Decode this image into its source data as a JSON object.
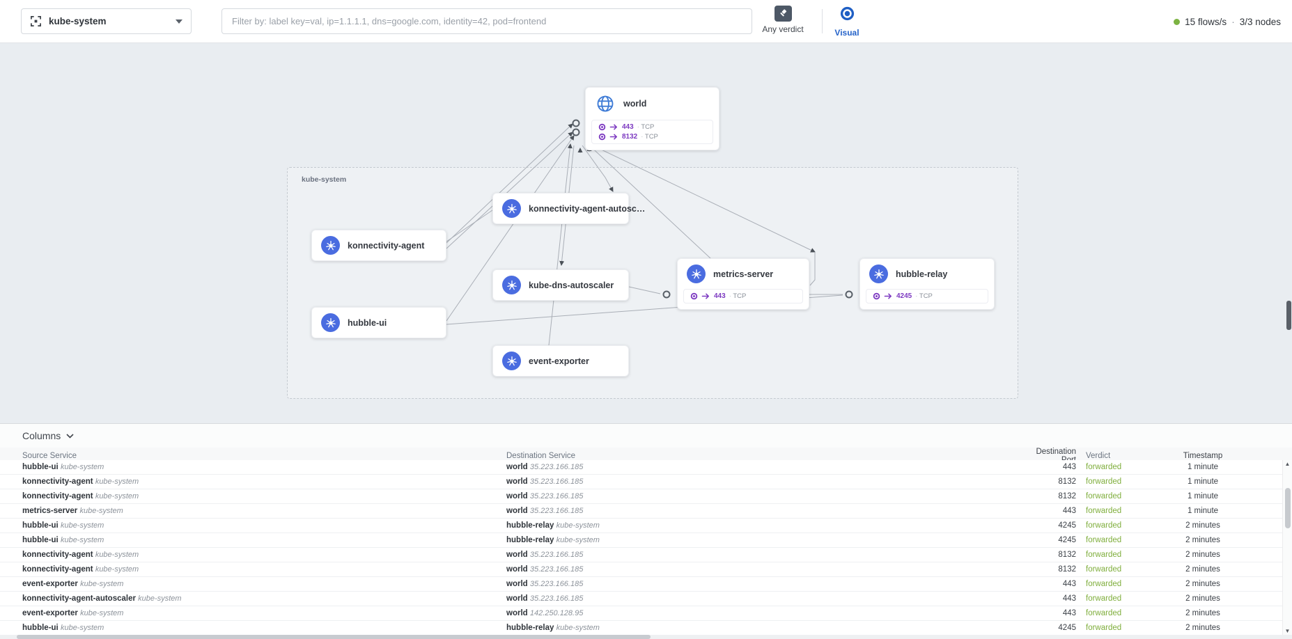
{
  "topbar": {
    "namespace_select": {
      "value": "kube-system"
    },
    "filter_placeholder": "Filter by: label key=val, ip=1.1.1.1, dns=google.com, identity=42, pod=frontend",
    "verdict_button": "Any verdict",
    "visual_button": "Visual",
    "status": {
      "flows": "15 flows/s",
      "separator": "·",
      "nodes": "3/3 nodes"
    }
  },
  "colors": {
    "accent_blue": "#2563c9",
    "node_icon_blue": "#4a6ce0",
    "port_purple": "#7d3ac1",
    "verdict_green": "#7fae3c",
    "status_green": "#7cb342",
    "map_background": "#e9edf1"
  },
  "map": {
    "namespace_label": "kube-system",
    "nodes": {
      "world": {
        "label": "world",
        "ports": [
          {
            "port": "443",
            "proto": "TCP"
          },
          {
            "port": "8132",
            "proto": "TCP"
          }
        ]
      },
      "autoscaler": {
        "label": "konnectivity-agent-autosc…"
      },
      "konnectivity_agent": {
        "label": "konnectivity-agent"
      },
      "kube_dns_autoscaler": {
        "label": "kube-dns-autoscaler"
      },
      "metrics_server": {
        "label": "metrics-server",
        "ports": [
          {
            "port": "443",
            "proto": "TCP"
          }
        ]
      },
      "hubble_relay": {
        "label": "hubble-relay",
        "ports": [
          {
            "port": "4245",
            "proto": "TCP"
          }
        ]
      },
      "hubble_ui": {
        "label": "hubble-ui"
      },
      "event_exporter": {
        "label": "event-exporter"
      }
    }
  },
  "panel": {
    "columns_button": "Columns",
    "headers": [
      "Source Service",
      "Destination Service",
      "Destination Port",
      "Verdict",
      "Timestamp"
    ],
    "rows": [
      {
        "source": "hubble-ui",
        "source_sub": "kube-system",
        "dest": "world",
        "dest_sub": "35.223.166.185",
        "port": "443",
        "verdict": "forwarded",
        "time": "1 minute"
      },
      {
        "source": "konnectivity-agent",
        "source_sub": "kube-system",
        "dest": "world",
        "dest_sub": "35.223.166.185",
        "port": "8132",
        "verdict": "forwarded",
        "time": "1 minute"
      },
      {
        "source": "konnectivity-agent",
        "source_sub": "kube-system",
        "dest": "world",
        "dest_sub": "35.223.166.185",
        "port": "8132",
        "verdict": "forwarded",
        "time": "1 minute"
      },
      {
        "source": "metrics-server",
        "source_sub": "kube-system",
        "dest": "world",
        "dest_sub": "35.223.166.185",
        "port": "443",
        "verdict": "forwarded",
        "time": "1 minute"
      },
      {
        "source": "hubble-ui",
        "source_sub": "kube-system",
        "dest": "hubble-relay",
        "dest_sub": "kube-system",
        "port": "4245",
        "verdict": "forwarded",
        "time": "2 minutes"
      },
      {
        "source": "hubble-ui",
        "source_sub": "kube-system",
        "dest": "hubble-relay",
        "dest_sub": "kube-system",
        "port": "4245",
        "verdict": "forwarded",
        "time": "2 minutes"
      },
      {
        "source": "konnectivity-agent",
        "source_sub": "kube-system",
        "dest": "world",
        "dest_sub": "35.223.166.185",
        "port": "8132",
        "verdict": "forwarded",
        "time": "2 minutes"
      },
      {
        "source": "konnectivity-agent",
        "source_sub": "kube-system",
        "dest": "world",
        "dest_sub": "35.223.166.185",
        "port": "8132",
        "verdict": "forwarded",
        "time": "2 minutes"
      },
      {
        "source": "event-exporter",
        "source_sub": "kube-system",
        "dest": "world",
        "dest_sub": "35.223.166.185",
        "port": "443",
        "verdict": "forwarded",
        "time": "2 minutes"
      },
      {
        "source": "konnectivity-agent-autoscaler",
        "source_sub": "kube-system",
        "dest": "world",
        "dest_sub": "35.223.166.185",
        "port": "443",
        "verdict": "forwarded",
        "time": "2 minutes"
      },
      {
        "source": "event-exporter",
        "source_sub": "kube-system",
        "dest": "world",
        "dest_sub": "142.250.128.95",
        "port": "443",
        "verdict": "forwarded",
        "time": "2 minutes"
      },
      {
        "source": "hubble-ui",
        "source_sub": "kube-system",
        "dest": "hubble-relay",
        "dest_sub": "kube-system",
        "port": "4245",
        "verdict": "forwarded",
        "time": "2 minutes"
      }
    ]
  }
}
